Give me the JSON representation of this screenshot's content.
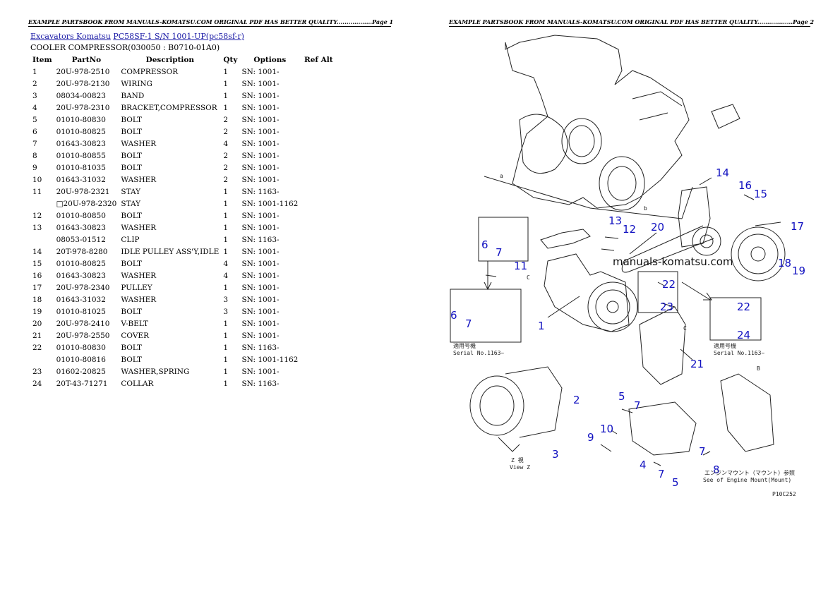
{
  "header": {
    "page1": "EXAMPLE PARTSBOOK FROM MANUALS-KOMATSU.COM ORIGINAL PDF HAS BETTER QUALITY..................Page 1",
    "page2": "EXAMPLE PARTSBOOK FROM MANUALS-KOMATSU.COM ORIGINAL PDF HAS BETTER QUALITY..................Page 2"
  },
  "breadcrumb": {
    "link1": "Excavators Komatsu",
    "link2": "PC58SF-1 S/N 1001-UP(pc58sf-r)"
  },
  "subtitle": "COOLER COMPRESSOR(030050 : B0710-01A0)",
  "table": {
    "headers": [
      "Item",
      "PartNo",
      "Description",
      "Qty",
      "Options",
      "Ref Alt"
    ],
    "rows": [
      [
        "1",
        "20U-978-2510",
        "COMPRESSOR",
        "1",
        "SN: 1001-",
        ""
      ],
      [
        "2",
        "20U-978-2130",
        "WIRING",
        "1",
        "SN: 1001-",
        ""
      ],
      [
        "3",
        "08034-00823",
        "BAND",
        "1",
        "SN: 1001-",
        ""
      ],
      [
        "4",
        "20U-978-2310",
        "BRACKET,COMPRESSOR",
        "1",
        "SN: 1001-",
        ""
      ],
      [
        "5",
        "01010-80830",
        "BOLT",
        "2",
        "SN: 1001-",
        ""
      ],
      [
        "6",
        "01010-80825",
        "BOLT",
        "2",
        "SN: 1001-",
        ""
      ],
      [
        "7",
        "01643-30823",
        "WASHER",
        "4",
        "SN: 1001-",
        ""
      ],
      [
        "8",
        "01010-80855",
        "BOLT",
        "2",
        "SN: 1001-",
        ""
      ],
      [
        "9",
        "01010-81035",
        "BOLT",
        "2",
        "SN: 1001-",
        ""
      ],
      [
        "10",
        "01643-31032",
        "WASHER",
        "2",
        "SN: 1001-",
        ""
      ],
      [
        "11",
        "20U-978-2321",
        "STAY",
        "1",
        "SN: 1163-",
        ""
      ],
      [
        "",
        "□20U-978-2320",
        "STAY",
        "1",
        "SN: 1001-1162",
        ""
      ],
      [
        "12",
        "01010-80850",
        "BOLT",
        "1",
        "SN: 1001-",
        ""
      ],
      [
        "13",
        "01643-30823",
        "WASHER",
        "1",
        "SN: 1001-",
        ""
      ],
      [
        "",
        "08053-01512",
        "CLIP",
        "1",
        "SN: 1163-",
        ""
      ],
      [
        "14",
        "20T-978-8280",
        "IDLE PULLEY ASS'Y,IDLE",
        "1",
        "SN: 1001-",
        ""
      ],
      [
        "15",
        "01010-80825",
        "BOLT",
        "4",
        "SN: 1001-",
        ""
      ],
      [
        "16",
        "01643-30823",
        "WASHER",
        "4",
        "SN: 1001-",
        ""
      ],
      [
        "17",
        "20U-978-2340",
        "PULLEY",
        "1",
        "SN: 1001-",
        ""
      ],
      [
        "18",
        "01643-31032",
        "WASHER",
        "3",
        "SN: 1001-",
        ""
      ],
      [
        "19",
        "01010-81025",
        "BOLT",
        "3",
        "SN: 1001-",
        ""
      ],
      [
        "20",
        "20U-978-2410",
        "V-BELT",
        "1",
        "SN: 1001-",
        ""
      ],
      [
        "21",
        "20U-978-2550",
        "COVER",
        "1",
        "SN: 1001-",
        ""
      ],
      [
        "22",
        "01010-80830",
        "BOLT",
        "1",
        "SN: 1163-",
        ""
      ],
      [
        "",
        "01010-80816",
        "BOLT",
        "1",
        "SN: 1001-1162",
        ""
      ],
      [
        "23",
        "01602-20825",
        "WASHER,SPRING",
        "1",
        "SN: 1001-",
        ""
      ],
      [
        "24",
        "20T-43-71271",
        "COLLAR",
        "1",
        "SN: 1163-",
        ""
      ]
    ]
  },
  "diagram": {
    "watermark": "manuals-komatsu.com",
    "callouts": [
      "14",
      "16",
      "15",
      "17",
      "13",
      "12",
      "20",
      "6",
      "7",
      "11",
      "18",
      "19",
      "22",
      "23",
      "6",
      "7",
      "1",
      "22",
      "24",
      "21",
      "2",
      "3",
      "5",
      "7",
      "10",
      "9",
      "4",
      "7",
      "8",
      "7",
      "5"
    ],
    "labels": {
      "serial_left_jp": "適用号機",
      "serial_left": "Serial No.1163~",
      "serial_right_jp": "適用号機",
      "serial_right": "Serial No.1163~",
      "view_jp": "Z 視",
      "view": "View Z",
      "engine_jp": "エンジンマウント（マウント）参照",
      "engine": "See of Engine Mount(Mount)",
      "code": "P10C252",
      "c1": "C",
      "c2": "C",
      "b1": "B",
      "b2": "b",
      "a": "a"
    }
  }
}
